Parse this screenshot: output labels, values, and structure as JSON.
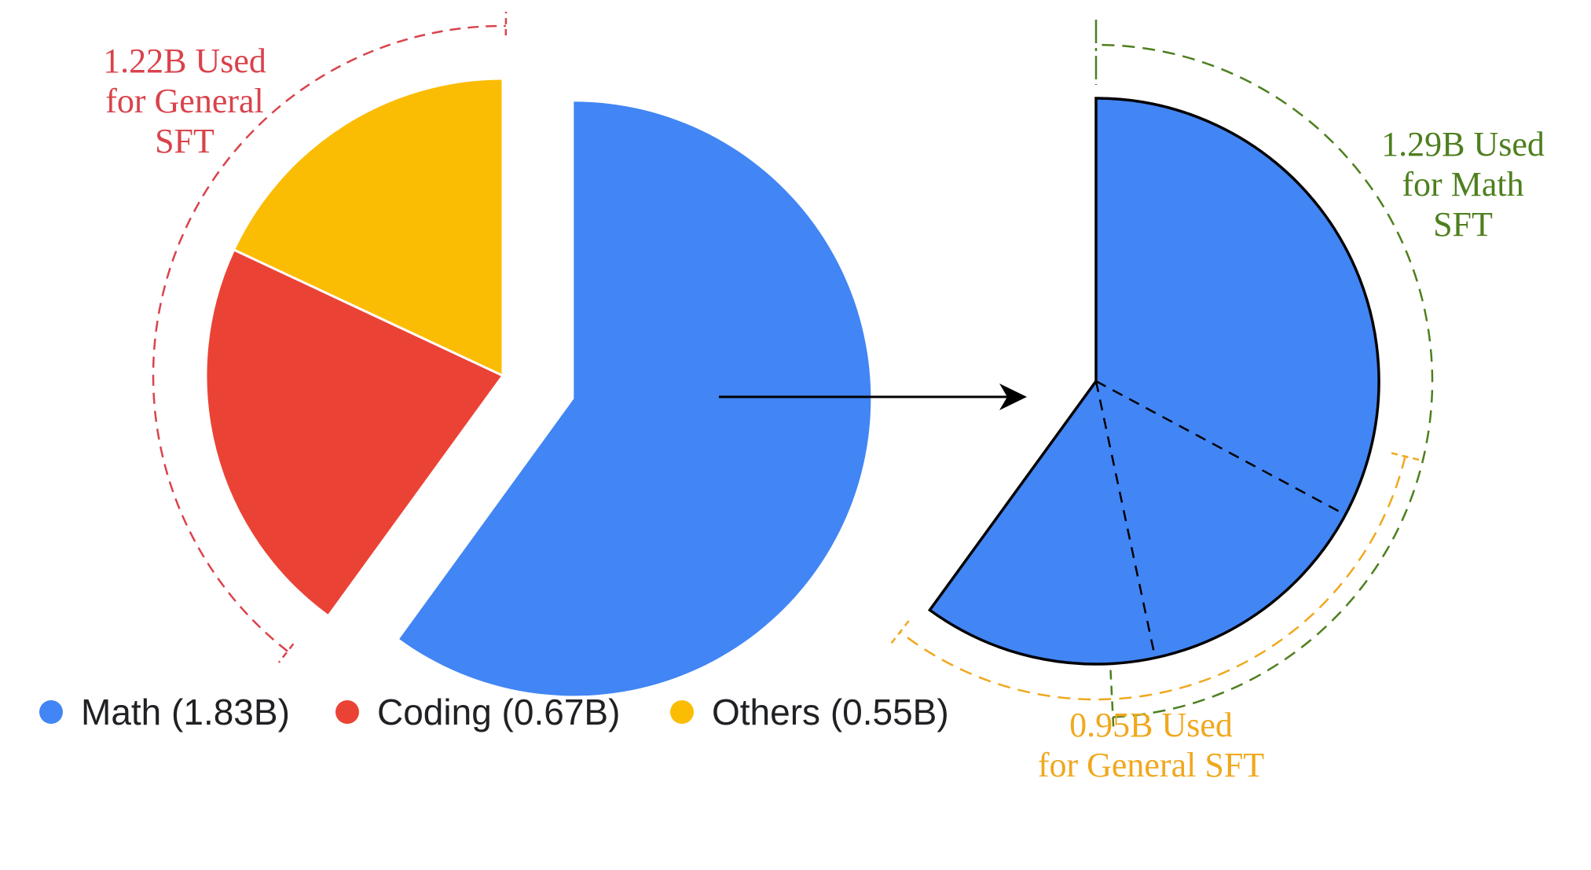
{
  "colors": {
    "math": "#4285F4",
    "coding": "#EA4335",
    "others": "#FBBC04",
    "general_annotation": "#D9434B",
    "math_annotation": "#4E7F1E",
    "general_sft_annotation": "#F0A81E",
    "arrow": "#000000"
  },
  "chart_data": [
    {
      "type": "pie",
      "legend_placement": "bottom",
      "slices": [
        {
          "label": "Math",
          "value": 1.83,
          "legend": "Math (1.83B)",
          "color": "#4285F4",
          "exploded": true
        },
        {
          "label": "Coding",
          "value": 0.67,
          "legend": "Coding (0.67B)",
          "color": "#EA4335"
        },
        {
          "label": "Others",
          "value": 0.55,
          "legend": "Others (0.55B)",
          "color": "#FBBC04"
        }
      ],
      "annotations": [
        {
          "text_lines": [
            "1.22B Used",
            "for General",
            "SFT"
          ],
          "spans": [
            "Coding",
            "Others"
          ],
          "color": "#D9434B",
          "value": 1.22
        }
      ]
    },
    {
      "type": "pie",
      "description_of": "Math",
      "slices": [
        {
          "label": "Math",
          "value": 1.83,
          "color": "#4285F4"
        }
      ],
      "subdivisions": [
        {
          "label": "Used for Math SFT",
          "value": 1.29
        },
        {
          "label": "Used for General SFT",
          "value": 0.95
        }
      ],
      "annotations": [
        {
          "text_lines": [
            "1.29B Used",
            "for Math",
            "SFT"
          ],
          "color": "#4E7F1E",
          "value": 1.29
        },
        {
          "text_lines": [
            "0.95B Used",
            "for General SFT"
          ],
          "color": "#F0A81E",
          "value": 0.95
        }
      ]
    }
  ]
}
